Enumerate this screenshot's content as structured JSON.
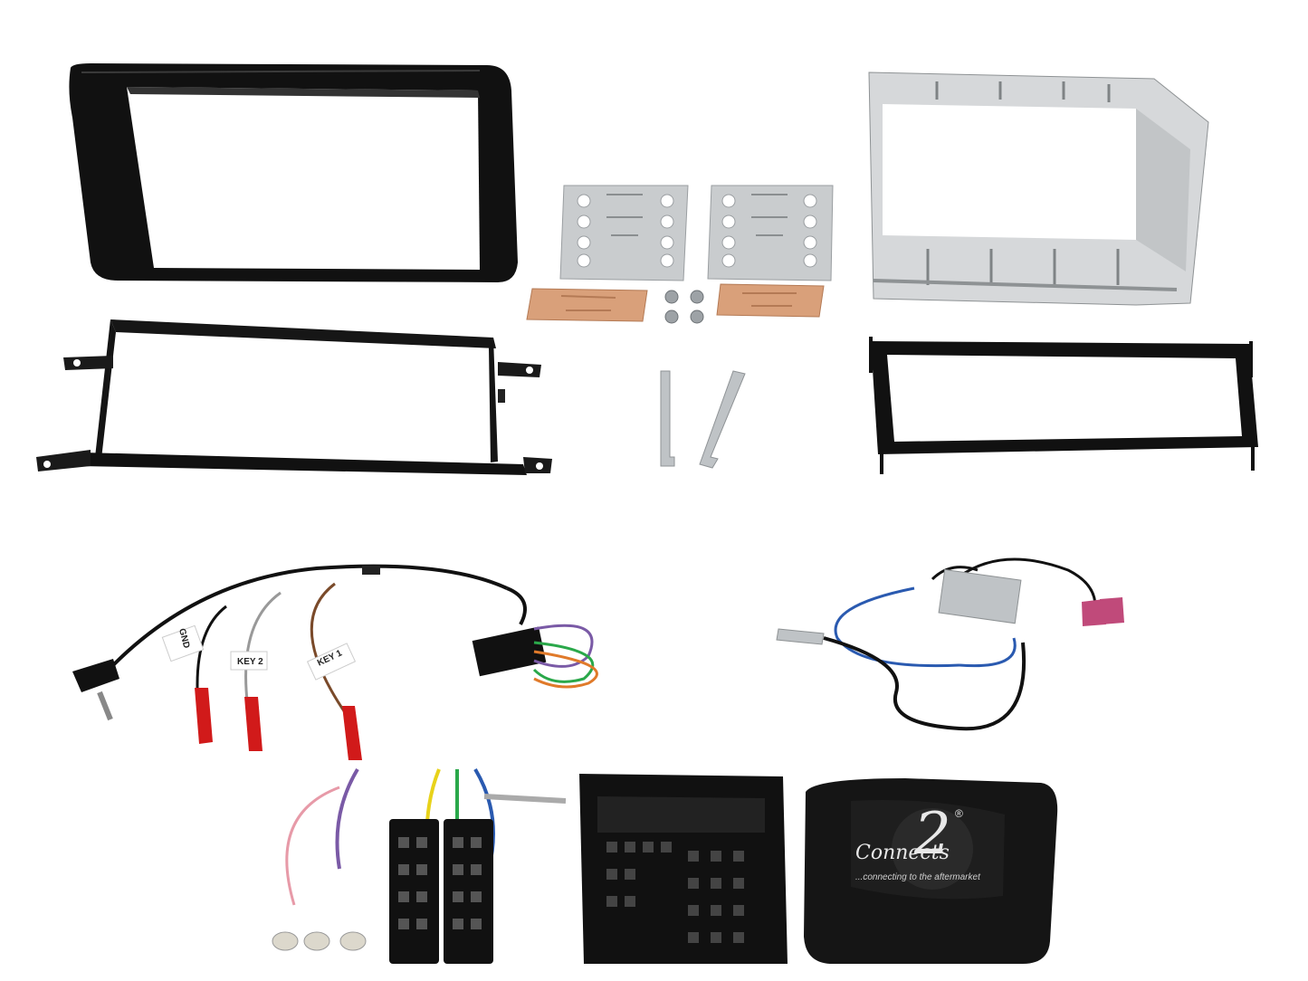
{
  "image": {
    "description_items": [
      "fascia-panel",
      "support-bracket",
      "mounting-plates",
      "screws",
      "release-keys",
      "double-din-cage",
      "trim-ring",
      "steering-wheel-patch-lead",
      "antenna-adapter",
      "iso-harness",
      "steering-interface"
    ]
  },
  "labels": {
    "gnd": "GND",
    "key2": "KEY 2",
    "key1": "KEY 1",
    "brand_number": "2",
    "brand_name": "Connects",
    "registered": "®",
    "tagline": "...connecting to the aftermarket"
  },
  "colors": {
    "black_plastic": "#111111",
    "metal": "#c9ccce",
    "copper": "#d9a07a",
    "red_pin": "#d11a1a",
    "wire_purple": "#7a5aa6",
    "wire_green": "#2aa84a",
    "wire_orange": "#e07a2a",
    "wire_blue": "#2a5ab0",
    "wire_yellow": "#e8d21a",
    "wire_pink": "#e79aa8",
    "antenna_pink": "#c04a7a"
  }
}
